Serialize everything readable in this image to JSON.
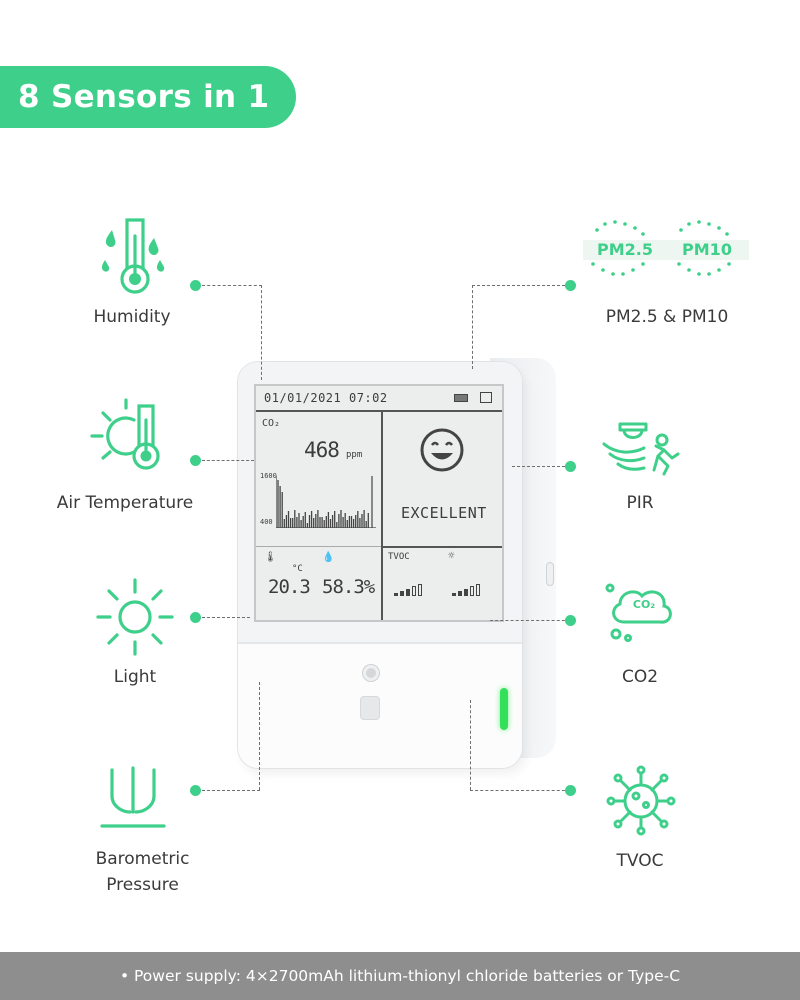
{
  "title": "8 Sensors in 1",
  "sensors": {
    "humidity": "Humidity",
    "air_temperature": "Air Temperature",
    "light": "Light",
    "barometric_pressure_line1": "Barometric",
    "barometric_pressure_line2": "Pressure",
    "pm": "PM2.5 & PM10",
    "pir": "PIR",
    "co2": "CO2",
    "tvoc": "TVOC"
  },
  "pm_badges": {
    "pm25": "PM2.5",
    "pm10": "PM10"
  },
  "co2_icon_text": "CO₂",
  "device_screen": {
    "datetime": "01/01/2021 07:02",
    "co2_label": "CO₂",
    "co2_value": "468",
    "co2_unit": "ppm",
    "chart_max": "1600",
    "chart_min": "400",
    "temperature_value": "20.3",
    "temperature_unit": "°C",
    "humidity_value": "58.3%",
    "status": "EXCELLENT",
    "tvoc_label": "TVOC"
  },
  "footer": "•  Power supply: 4×2700mAh lithium-thionyl chloride batteries or Type-C",
  "colors": {
    "accent": "#3ecf8a",
    "footer_bg": "#8e8e8e",
    "led": "#33e05a"
  },
  "icons": [
    "humidity-thermometer-icon",
    "sun-thermometer-icon",
    "sun-icon",
    "barometer-icon",
    "pm-icon",
    "motion-sensor-icon",
    "co2-cloud-icon",
    "virus-icon"
  ]
}
